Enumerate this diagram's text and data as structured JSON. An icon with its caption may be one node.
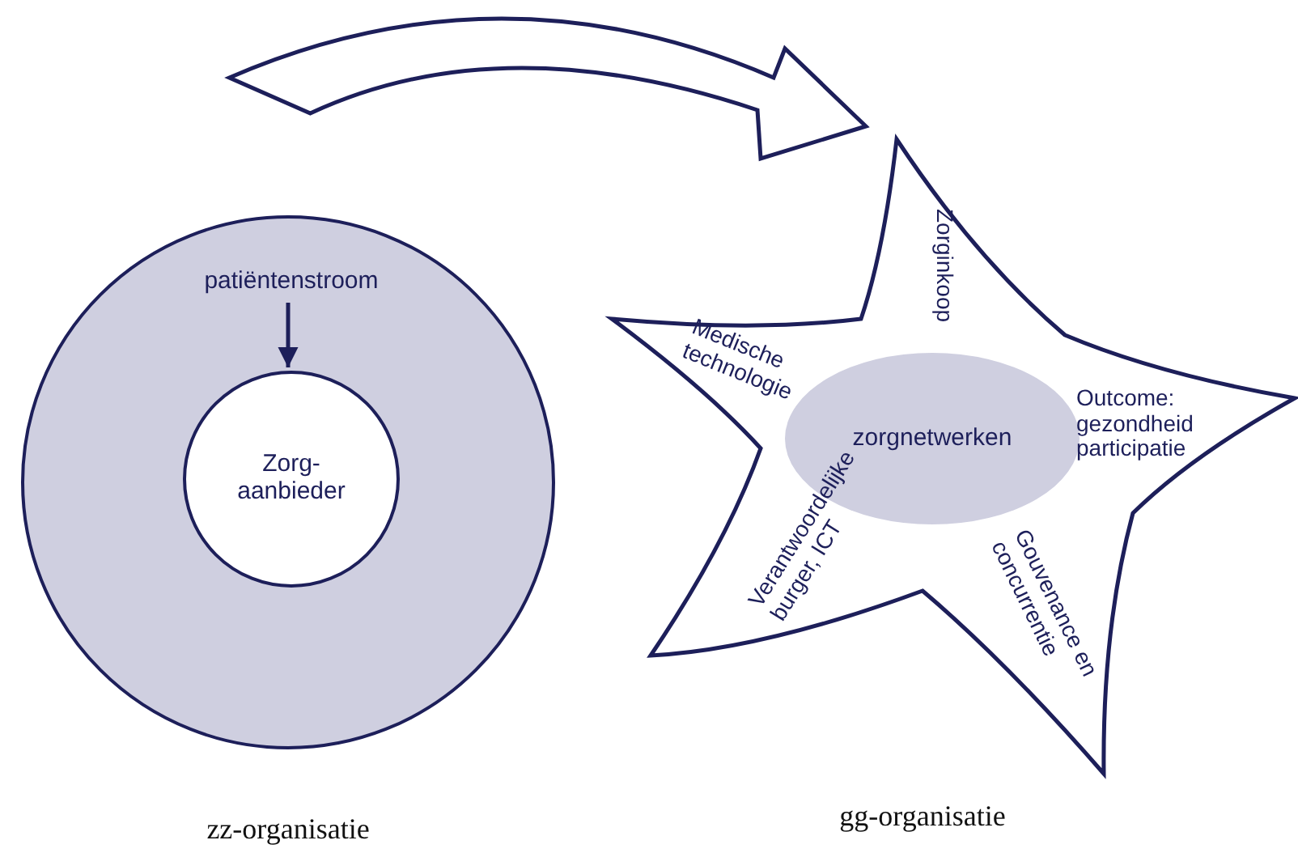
{
  "diagram": {
    "nodes": [
      {
        "text": [],
        "shape": "circle",
        "beside": [
          "zz-organisatie"
        ]
      },
      {
        "text": [
          "patiëntenstroom"
        ],
        "in": 0
      },
      {
        "text": [
          "Zorg- aanbieder"
        ],
        "in": 0
      },
      {
        "text": [
          "Zorginkoop",
          "Medische technologie",
          "Outcome: gezondheid participatie",
          "Gouvenance en concurrentie",
          "Verantwoordelijke burger, ICT"
        ],
        "beside": [
          "gg-organisatie"
        ]
      },
      {
        "text": [
          "zorgnetwerken"
        ],
        "in": 3
      }
    ],
    "edges": [
      {
        "from": 0,
        "to": 3,
        "arrow": "to",
        "style": "thick"
      },
      {
        "from": 1,
        "to": 2,
        "arrow": "to"
      }
    ]
  }
}
